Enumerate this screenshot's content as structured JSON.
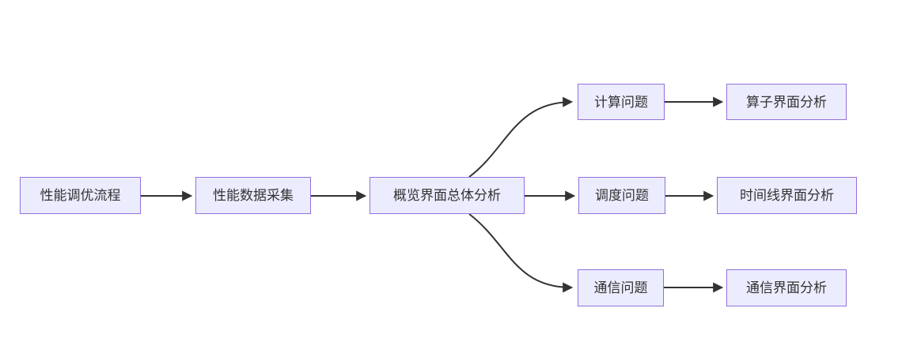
{
  "flowchart": {
    "type": "flowchart",
    "direction": "left-to-right",
    "nodes": [
      {
        "id": "n0",
        "label": "性能调优流程"
      },
      {
        "id": "n1",
        "label": "性能数据采集"
      },
      {
        "id": "n2",
        "label": "概览界面总体分析"
      },
      {
        "id": "n3",
        "label": "计算问题"
      },
      {
        "id": "n4",
        "label": "算子界面分析"
      },
      {
        "id": "n5",
        "label": "调度问题"
      },
      {
        "id": "n6",
        "label": "时间线界面分析"
      },
      {
        "id": "n7",
        "label": "通信问题"
      },
      {
        "id": "n8",
        "label": "通信界面分析"
      }
    ],
    "edges": [
      {
        "from": "性能调优流程",
        "to": "性能数据采集"
      },
      {
        "from": "性能数据采集",
        "to": "概览界面总体分析"
      },
      {
        "from": "概览界面总体分析",
        "to": "计算问题"
      },
      {
        "from": "概览界面总体分析",
        "to": "调度问题"
      },
      {
        "from": "概览界面总体分析",
        "to": "通信问题"
      },
      {
        "from": "计算问题",
        "to": "算子界面分析"
      },
      {
        "from": "调度问题",
        "to": "时间线界面分析"
      },
      {
        "from": "通信问题",
        "to": "通信界面分析"
      }
    ],
    "colors": {
      "node_fill": "#ECECFF",
      "node_border": "#9370DB",
      "edge": "#333333",
      "text": "#333333",
      "background": "#FFFFFF"
    }
  }
}
